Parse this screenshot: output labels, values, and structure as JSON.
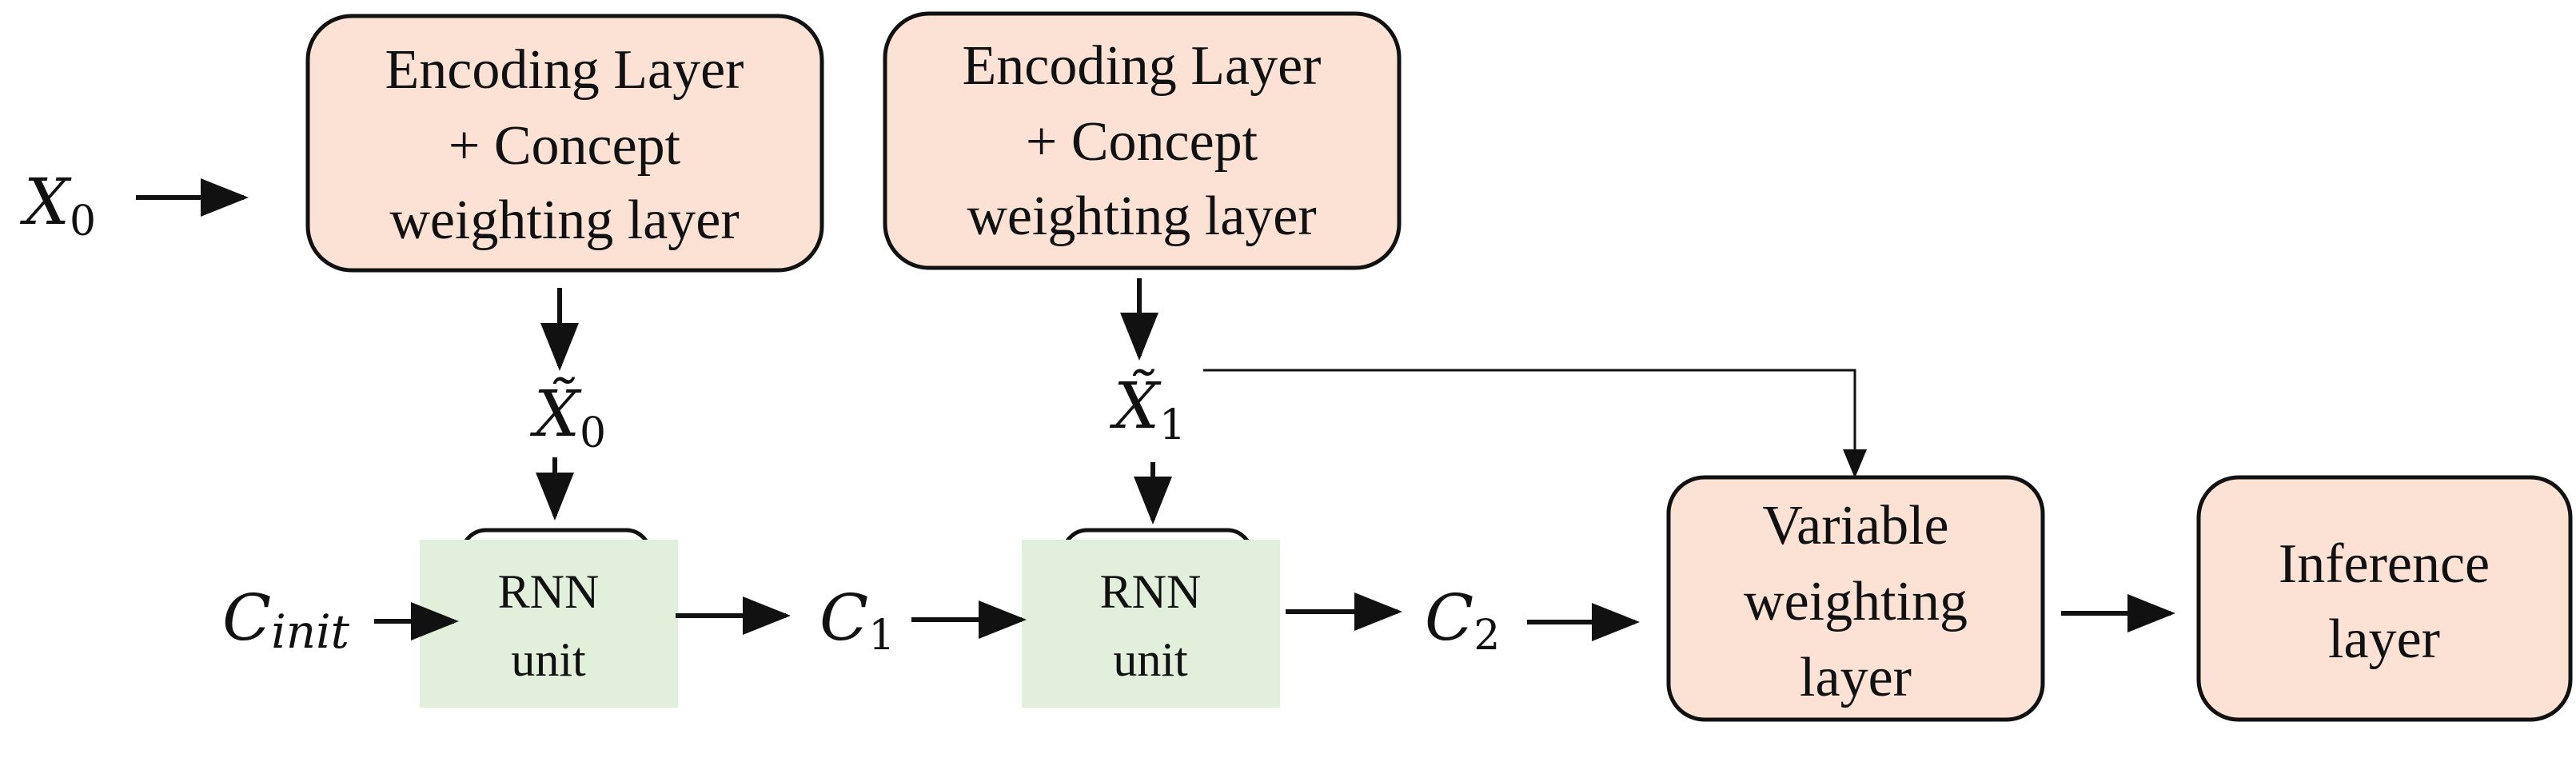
{
  "colors": {
    "process_box_fill": "#fbe2d5",
    "rnn_box_fill": "#e2efda",
    "stroke": "#111111"
  },
  "boxes": {
    "encoding_1": [
      "Encoding Layer",
      "+ Concept",
      "weighting layer"
    ],
    "encoding_2": [
      "Encoding Layer",
      "+ Concept",
      "weighting layer"
    ],
    "rnn_1": [
      "RNN",
      "unit"
    ],
    "rnn_2": [
      "RNN",
      "unit"
    ],
    "variable_weighting": [
      "Variable",
      "weighting",
      "layer"
    ],
    "inference": [
      "Inference",
      "layer"
    ]
  },
  "symbols": {
    "x0": {
      "base": "X",
      "sub": "0"
    },
    "x0_tilde": {
      "base": "X̃",
      "sub": "0"
    },
    "x1_tilde": {
      "base": "X̃",
      "sub": "1"
    },
    "c_init": {
      "base": "C",
      "sub": "init"
    },
    "c1": {
      "base": "C",
      "sub": "1"
    },
    "c2": {
      "base": "C",
      "sub": "2"
    }
  }
}
